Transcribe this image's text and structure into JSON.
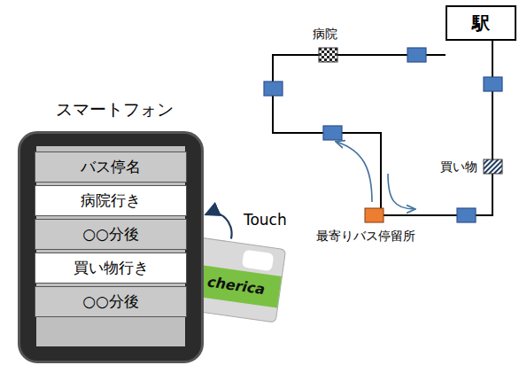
{
  "diagram": {
    "nodes": [
      {
        "text": [
          "駅"
        ]
      },
      {
        "text": [
          "スマートフォン"
        ]
      },
      {
        "text": [
          "バス停名"
        ],
        "in": 1
      },
      {
        "text": [
          "病院行き"
        ],
        "in": 1
      },
      {
        "text": [
          "○○分後"
        ],
        "in": 1
      },
      {
        "text": [
          "買い物行き"
        ],
        "in": 1
      },
      {
        "text": [
          "○○分後"
        ],
        "in": 1
      },
      {
        "text": [
          "cherica"
        ]
      }
    ],
    "edges": [
      {
        "from": 7,
        "to": 1,
        "arrow": "to",
        "label": "Touch"
      }
    ],
    "labels": [
      "病院",
      "買い物",
      "最寄りバス停留所"
    ]
  }
}
